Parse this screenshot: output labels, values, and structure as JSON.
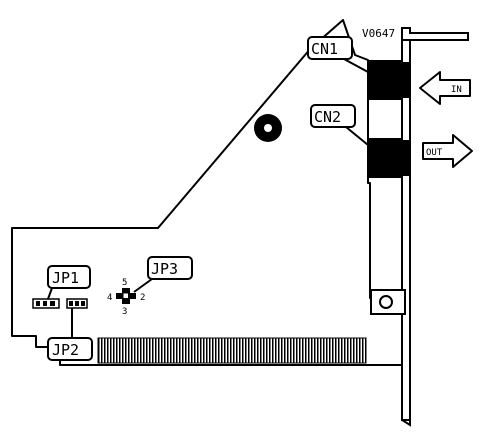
{
  "diagram": {
    "board_id": "V0647",
    "connectors": [
      {
        "label": "CN1"
      },
      {
        "label": "CN2"
      }
    ],
    "jumpers": [
      {
        "label": "JP1"
      },
      {
        "label": "JP2"
      },
      {
        "label": "JP3",
        "pins": [
          "5",
          "4",
          "2",
          "3"
        ]
      }
    ],
    "arrows": {
      "in": "IN",
      "out": "OUT"
    }
  }
}
